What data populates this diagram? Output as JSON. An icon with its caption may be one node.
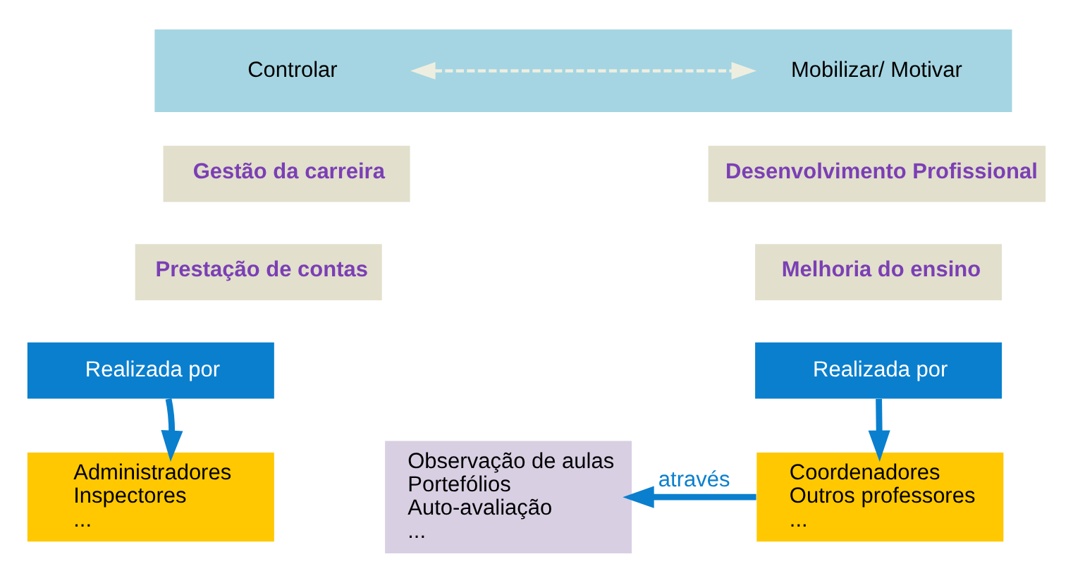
{
  "diagram": {
    "nodes": [
      {
        "text": [],
        "shape": "box"
      },
      {
        "text": [
          "Controlar"
        ],
        "in": 0
      },
      {
        "text": [
          "Mobilizar/ Motivar"
        ],
        "in": 0
      },
      {
        "text": [
          "Gestão da carreira"
        ]
      },
      {
        "text": [
          "Prestação de contas"
        ]
      },
      {
        "text": [
          "Realizada por"
        ]
      },
      {
        "text": [
          "Administradores",
          "Inspectores",
          "..."
        ]
      },
      {
        "text": [
          "Observação de aulas",
          "Portefólios",
          "Auto-avaliação",
          "..."
        ]
      },
      {
        "text": [
          "Desenvolvimento Profissional"
        ]
      },
      {
        "text": [
          "Melhoria do ensino"
        ]
      },
      {
        "text": [
          "Realizada por"
        ]
      },
      {
        "text": [
          "Coordenadores",
          "Outros professores",
          "..."
        ]
      }
    ],
    "edges": [
      {
        "from": 1,
        "to": 2,
        "arrow": "both",
        "style": "dashed",
        "color": "#eeeee0"
      },
      {
        "from": 5,
        "to": 6,
        "arrow": "to"
      },
      {
        "from": 10,
        "to": 11,
        "arrow": "to"
      },
      {
        "from": 11,
        "to": 7,
        "arrow": "to",
        "label": "através"
      }
    ]
  }
}
